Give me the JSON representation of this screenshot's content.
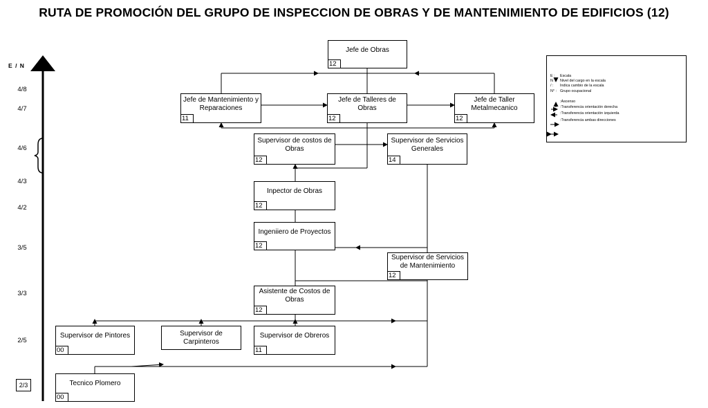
{
  "title": "RUTA DE PROMOCIÓN DEL GRUPO DE INSPECCION DE OBRAS Y DE MANTENIMIENTO DE EDIFICIOS (12)",
  "scale": {
    "header": "E / N",
    "levels": [
      "4/8",
      "4/7",
      "4/6",
      "4/3",
      "4/2",
      "3/5",
      "3/3",
      "2/5",
      "2/3"
    ]
  },
  "positions": [
    {
      "label": "Jefe de Obras",
      "code": "12"
    },
    {
      "label": "Jefe de Mantenimiento y Reparaciones",
      "code": "11"
    },
    {
      "label": "Jefe de Talleres de Obras",
      "code": "12"
    },
    {
      "label": "Jefe de Taller Metalmecanico",
      "code": "12"
    },
    {
      "label": "Supervisor de costos de Obras",
      "code": "12"
    },
    {
      "label": "Supervisor de Servicios Generales",
      "code": "14"
    },
    {
      "label": "Inpector de Obras",
      "code": "12"
    },
    {
      "label": "Ingeniiero de Proyectos",
      "code": "12"
    },
    {
      "label": "Supervisor de Servicios de Mantenimiento",
      "code": "12"
    },
    {
      "label": "Asistente de Costos de Obras",
      "code": "12"
    },
    {
      "label": "Supervisor de Pintores",
      "code": "00"
    },
    {
      "label": "Supervisor de Carpinteros",
      "code": ""
    },
    {
      "label": "Supervisor de Obreros",
      "code": "11"
    },
    {
      "label": "Tecnico Plomero",
      "code": "00"
    }
  ],
  "legend": [
    {
      "symbol": "E :",
      "text": "Escala"
    },
    {
      "symbol": "N :",
      "text": "Nivel del cargo en la escala"
    },
    {
      "symbol": "/ :",
      "text": "Indica cambio de la escala"
    },
    {
      "symbol": "N° :",
      "text": "Grupo ocupacional"
    },
    {
      "symbol": "",
      "text": ":Ascenso"
    },
    {
      "symbol": "",
      "text": ":Transferencia orientación derecha"
    },
    {
      "symbol": "",
      "text": ":Transferencia orientación izquierda"
    },
    {
      "symbol": "",
      "text": ":Transferencia ambas direcciones"
    }
  ]
}
